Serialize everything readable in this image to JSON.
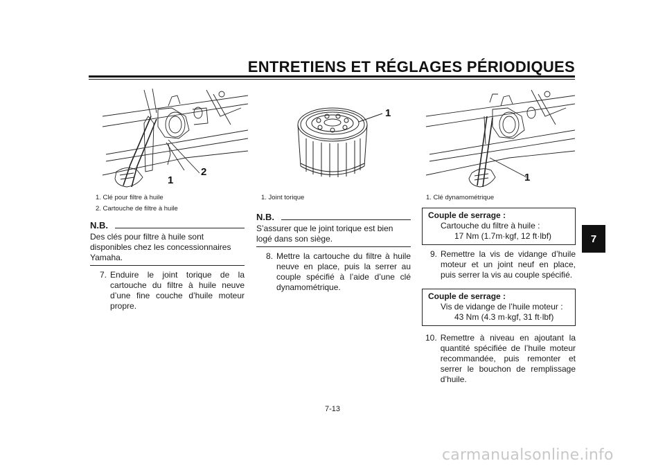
{
  "header": {
    "title": "ENTRETIENS ET RÉGLAGES PÉRIODIQUES"
  },
  "chapter_tab": "7",
  "figures": {
    "left": {
      "callouts": [
        "1",
        "2"
      ]
    },
    "middle": {
      "callouts": [
        "1"
      ]
    },
    "right": {
      "callouts": [
        "1"
      ]
    }
  },
  "captions": {
    "left": [
      "1.  Clé pour filtre à huile",
      "2.  Cartouche de filtre à huile"
    ],
    "middle": [
      "1.  Joint torique"
    ],
    "right": [
      "1.  Clé dynamométrique"
    ]
  },
  "col_left": {
    "nb_heading": "N.B.",
    "nb_text": "Des clés pour filtre à huile sont disponibles chez les concessionnaires Yamaha.",
    "step_num": "7.",
    "step_text": "Enduire le joint torique de la cartouche du filtre à huile neuve d’une fine couche d’huile moteur propre."
  },
  "col_middle": {
    "nb_heading": "N.B.",
    "nb_text": "S’assurer que le joint torique est bien logé dans son siège.",
    "step_num": "8.",
    "step_text": "Mettre la cartouche du filtre à huile neuve en place, puis la serrer au couple spécifié à l’aide d’une clé dyna­mométrique."
  },
  "col_right": {
    "torque1": {
      "label": "Couple de serrage :",
      "item": "Cartouche du filtre à huile :",
      "value": "17 Nm (1.7m·kgf, 12 ft·lbf)"
    },
    "step9_num": "9.",
    "step9_text": "Remettre la vis de vidange d’huile mo­teur et un joint neuf en place, puis ser­rer la vis au couple spécifié.",
    "torque2": {
      "label": "Couple de serrage :",
      "item": "Vis de vidange de l’huile moteur :",
      "value": "43 Nm (4.3 m·kgf, 31 ft·lbf)"
    },
    "step10_num": "10.",
    "step10_text": "Remettre à niveau en ajoutant la quan­tité spécifiée de l’huile moteur recom­mandée, puis remonter et serrer le bouchon de remplissage d’huile."
  },
  "page_number": "7-13",
  "watermark": "carmanualsonline.info"
}
